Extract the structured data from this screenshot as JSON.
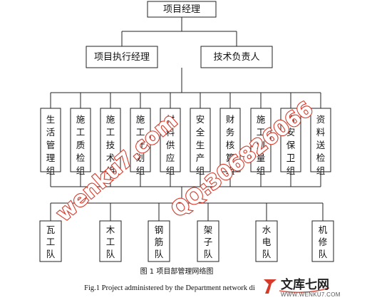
{
  "chart": {
    "root": "项目经理",
    "level2": [
      "项目执行经理",
      "技术负责人"
    ],
    "groups": [
      "生活管理组",
      "施工质检组",
      "施工技术组",
      "施工计划组",
      "材料供应组",
      "安全生产组",
      "财务核算组",
      "施工测量组",
      "治安保卫组",
      "资料送检组"
    ],
    "teams": [
      "瓦工队",
      "木工队",
      "钢筋队",
      "架子队",
      "水电队",
      "机修队"
    ]
  },
  "caption": {
    "cn": "图 1  项目部管理网络图",
    "en": "Fig.1    Project administered by the Department network di"
  },
  "watermarks": {
    "left": "wenku7.com",
    "right": "QQ:306826066"
  },
  "logo": {
    "name_cn": "文库七网",
    "url": "WWW.WENKU7.COM"
  },
  "colors": {
    "line": "#222222",
    "watermark": "#d63a2a"
  }
}
